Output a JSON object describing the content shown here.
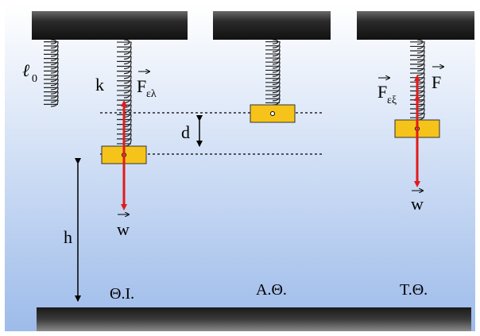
{
  "labels": {
    "natural_length": "ℓ",
    "natural_length_sub": "0",
    "spring_constant": "k",
    "elastic_force_base": "F",
    "elastic_force_sub": "ελ",
    "weight_1": "w",
    "weight_2": "w",
    "displacement": "d",
    "height": "h",
    "restoring_force_base": "F",
    "restoring_force_sub": "εξ",
    "total_force": "F",
    "state_1": "Θ.Ι.",
    "state_2": "Α.Θ.",
    "state_3": "Τ.Θ."
  },
  "colors": {
    "background_top": "#ffffff",
    "background_bottom": "#9dbbea",
    "ceiling": "#2b2b2b",
    "floor": "#303030",
    "block": "#f5c31a",
    "force_arrow": "#e01b1b"
  }
}
